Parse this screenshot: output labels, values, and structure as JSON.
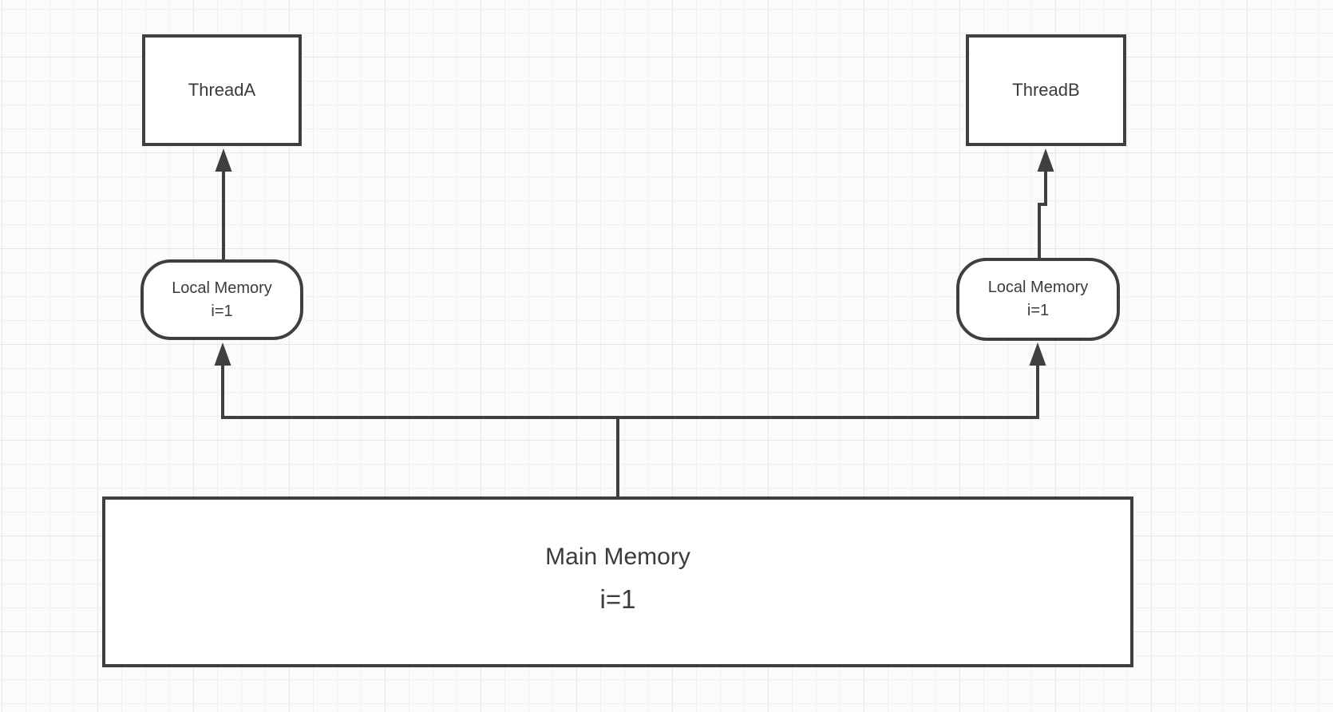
{
  "nodes": {
    "thread_a": {
      "label": "ThreadA"
    },
    "thread_b": {
      "label": "ThreadB"
    },
    "local_memory_a": {
      "line1": "Local Memory",
      "line2": "i=1"
    },
    "local_memory_b": {
      "line1": "Local Memory",
      "line2": "i=1"
    },
    "main_memory": {
      "line1": "Main Memory",
      "line2": "i=1"
    }
  },
  "edges": [
    {
      "from": "local_memory_a",
      "to": "thread_a"
    },
    {
      "from": "local_memory_b",
      "to": "thread_b"
    },
    {
      "from": "main_memory",
      "to": "local_memory_a"
    },
    {
      "from": "main_memory",
      "to": "local_memory_b"
    }
  ],
  "colors": {
    "stroke": "#3f3f3f",
    "text": "#3b3b3b",
    "fill": "#ffffff",
    "bg": "#fbfbfb",
    "grid_minor": "#f0f0f0",
    "grid_major": "#e6e6e6"
  }
}
